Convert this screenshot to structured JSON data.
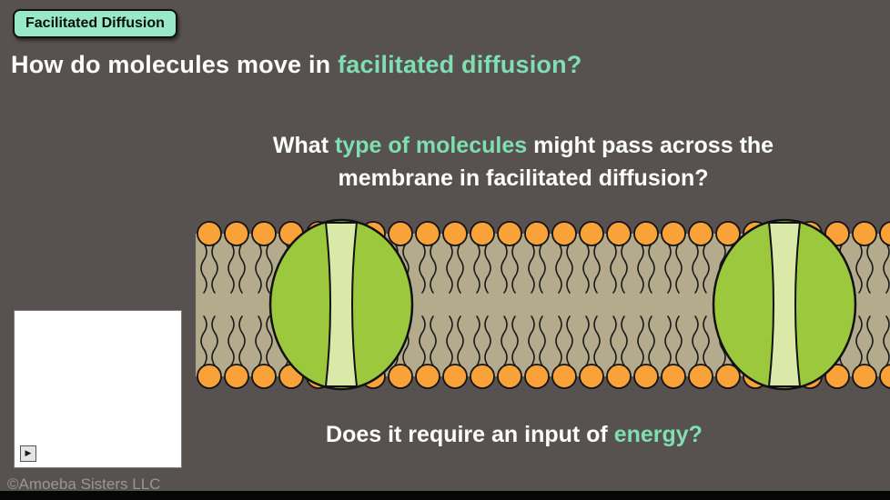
{
  "badge": {
    "label": "Facilitated Diffusion"
  },
  "heading": {
    "part1": "How do molecules move in ",
    "highlight": "facilitated diffusion?"
  },
  "question1": {
    "part1": "What ",
    "highlight": "type of molecules",
    "part2": " might pass across the membrane in facilitated diffusion?"
  },
  "question2": {
    "part1": "Does it require an input of ",
    "highlight": "energy?"
  },
  "video_placeholder": {
    "play_icon": "▶"
  },
  "watermark": "©Amoeba Sisters LLC",
  "colors": {
    "background": "#57514f",
    "accent-mint": "#7fdfb2",
    "badge-bg": "#99e8c7",
    "membrane-tan": "#b3ab8c",
    "lipid-orange": "#f9a23a",
    "protein-green": "#9cc83e",
    "channel-light": "#dbe9a8"
  }
}
